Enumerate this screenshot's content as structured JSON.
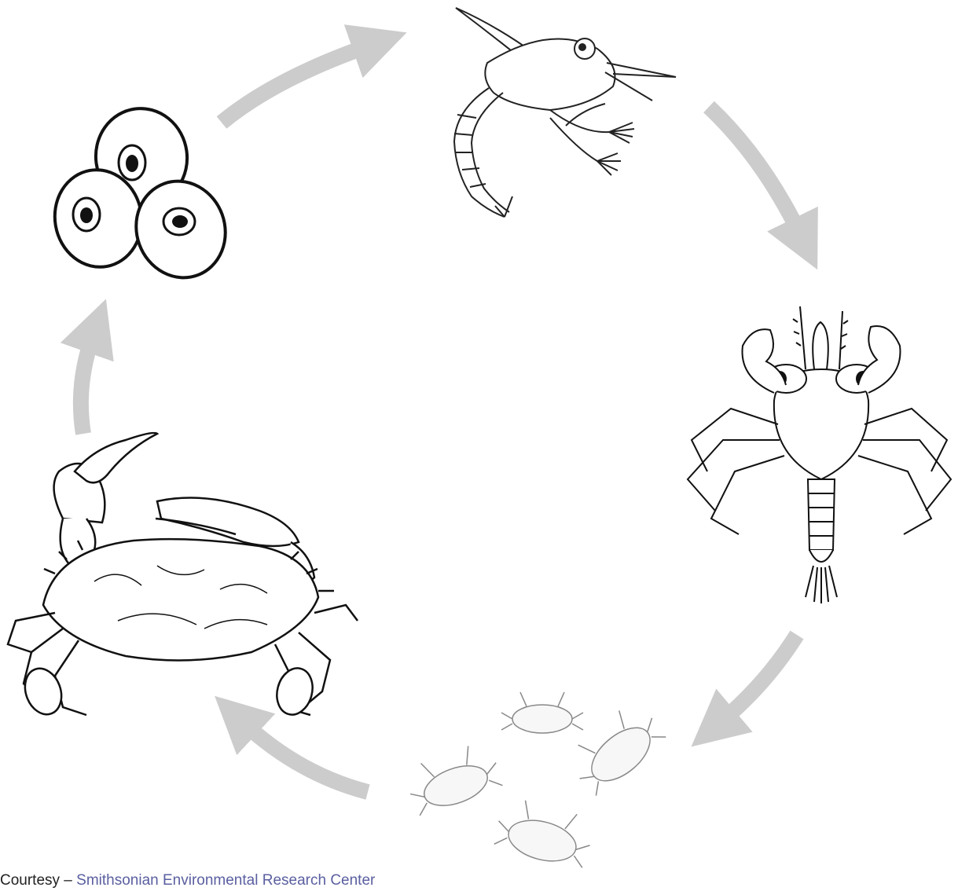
{
  "credit": {
    "prefix": "Courtesy – ",
    "link_text": "Smithsonian Environmental Research Center"
  },
  "colors": {
    "arrow": "#cccccc",
    "ink": "#111111",
    "link": "#5a5fa0"
  },
  "stages": [
    {
      "id": "eggs",
      "icon": "crab-eggs-illustration"
    },
    {
      "id": "zoea",
      "icon": "zoea-larva-illustration"
    },
    {
      "id": "megalopa",
      "icon": "megalopa-larva-illustration"
    },
    {
      "id": "juveniles",
      "icon": "juvenile-crabs-illustration"
    },
    {
      "id": "adult",
      "icon": "adult-blue-crab-illustration"
    }
  ]
}
